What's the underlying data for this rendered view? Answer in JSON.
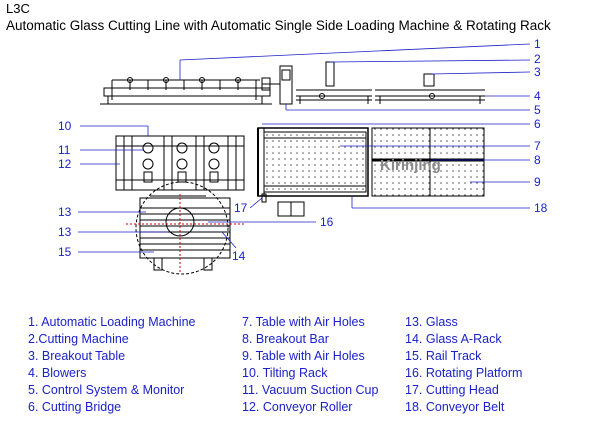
{
  "header": {
    "code": "L3C",
    "title": "Automatic Glass Cutting Line with Automatic Single Side Loading Machine & Rotating Rack"
  },
  "watermark": "Kirinjing",
  "callouts": [
    "1",
    "2",
    "3",
    "4",
    "5",
    "6",
    "7",
    "8",
    "9",
    "10",
    "11",
    "12",
    "13",
    "13",
    "15",
    "16",
    "14",
    "17",
    "18"
  ],
  "legend": {
    "col1": [
      "1. Automatic Loading Machine",
      "2.Cutting Machine",
      "3. Breakout Table",
      "4. Blowers",
      "5. Control  System & Monitor",
      "6. Cutting Bridge"
    ],
    "col2": [
      "7. Table with  Air Holes",
      "8. Breakout Bar",
      "9. Table with  Air Holes",
      "10. Tilting Rack",
      "11. Vacuum Suction Cup",
      "12. Conveyor Roller"
    ],
    "col3": [
      "13. Glass",
      "14. Glass A-Rack",
      "15. Rail Track",
      "16. Rotating Platform",
      "17. Cutting Head",
      "18. Conveyor Belt"
    ]
  },
  "colors": {
    "line": "#000000",
    "callout": "#1c22c8",
    "accent": "#cc0000",
    "dots": "#555555"
  }
}
